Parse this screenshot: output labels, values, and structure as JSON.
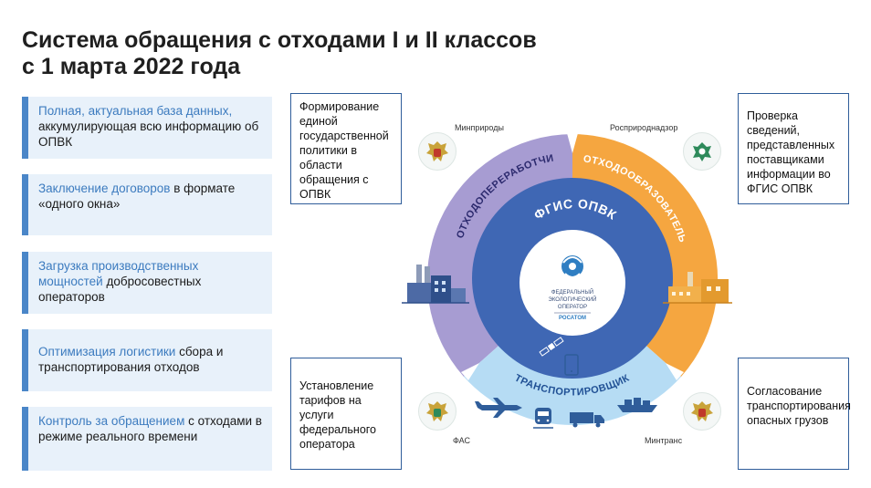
{
  "title": {
    "line1": "Система обращения с отходами I и II классов",
    "line2": "с 1 марта 2022 года"
  },
  "left_items": [
    {
      "hl": "Полная, актуальная база данных,",
      "rest": " аккумулирующая всю информацию об ОПВК"
    },
    {
      "hl": "Заключение договоров",
      "rest": " в формате «одного окна»"
    },
    {
      "hl": "Загрузка производственных мощностей",
      "rest": " добросовестных операторов"
    },
    {
      "hl": "Оптимизация логистики",
      "rest": " сбора и транспортирования отходов"
    },
    {
      "hl": "Контроль за обращением",
      "rest": " с отходами в режиме реального времени"
    }
  ],
  "boxes": {
    "top_left": "Формирование единой государственной политики в области обращения с ОПВК",
    "top_right": "Проверка сведений, представленных поставщиками информации во ФГИС ОПВК",
    "bottom_left": "Установление тарифов на услуги федерального оператора",
    "bottom_right": "Согласование транспортирования опасных грузов"
  },
  "agencies": {
    "top_left": "Минприроды",
    "top_right": "Росприроднадзор",
    "bottom_left": "ФАС",
    "bottom_right": "Минтранс"
  },
  "diagram": {
    "segment_left": "ОТХОДОПЕРЕРАБОТЧИК",
    "segment_right": "ОТХОДООБРАЗОВАТЕЛЬ",
    "segment_bottom": "ТРАНСПОРТИРОВЩИК",
    "center_title": "ФГИС ОПВК",
    "logo_lines": [
      "ФЕДЕРАЛЬНЫЙ",
      "ЭКОЛОГИЧЕСКИЙ",
      "ОПЕРАТОР"
    ],
    "logo_brand": "РОСАТОМ"
  },
  "colors": {
    "segment_left": "#a79cd2",
    "segment_right": "#f5a640",
    "segment_bottom": "#b6dcf4",
    "inner_ring": "#3f67b4",
    "accent": "#4a86c8"
  }
}
